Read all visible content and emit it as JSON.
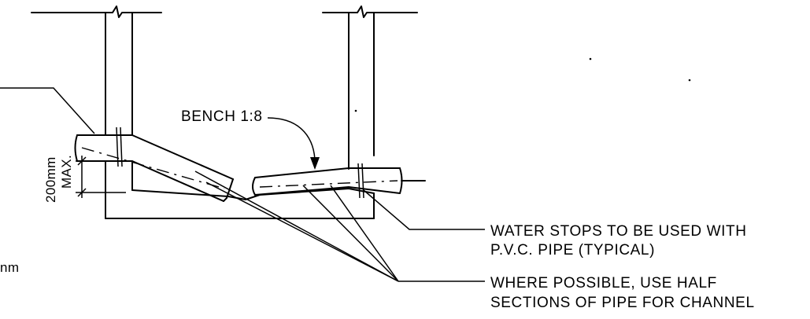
{
  "labels": {
    "bench": "BENCH 1:8",
    "dimension_value": "200mm",
    "dimension_qualifier": "MAX.",
    "water_stops_line1": "WATER STOPS TO BE USED WITH",
    "water_stops_line2": "P.V.C. PIPE (TYPICAL)",
    "half_sections_line1": "WHERE POSSIBLE, USE HALF",
    "half_sections_line2": "SECTIONS OF PIPE FOR CHANNEL",
    "cut_off_text": "nm"
  }
}
